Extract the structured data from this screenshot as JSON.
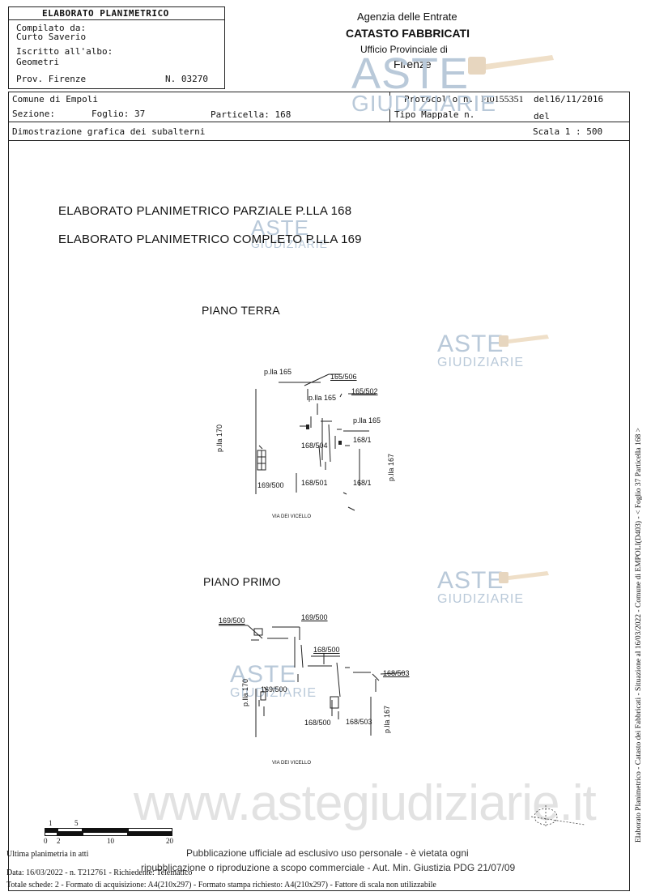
{
  "header": {
    "title": "ELABORATO PLANIMETRICO",
    "compilato_label": "Compilato da:",
    "compilato_name": "Curto Saverio",
    "iscritto_label": "Iscritto all'albo:",
    "iscritto_value": "Geometri",
    "prov": "Prov. Firenze",
    "numero": "N. 03270",
    "agency_line1": "Agenzia delle Entrate",
    "agency_line2": "CATASTO FABBRICATI",
    "agency_line3": "Ufficio Provinciale di",
    "agency_line4": "Firenze"
  },
  "info": {
    "comune": "Comune di Empoli",
    "sezione_label": "Sezione:",
    "foglio": "Foglio: 37",
    "particella": "Particella: 168",
    "protocollo_label": "Protocollo n.",
    "protocollo_value": "FI0155351",
    "protocollo_del": "del16/11/2016",
    "tipo_mappale": "Tipo Mappale n.",
    "tipo_del": "del",
    "dimostrazione": "Dimostrazione grafica dei subalterni",
    "scala": "Scala 1 : 500"
  },
  "drawing": {
    "title1": "ELABORATO PLANIMETRICO PARZIALE P.LLA 168",
    "title2": "ELABORATO PLANIMETRICO COMPLETO P.LLA 169",
    "piano_terra": "PIANO TERRA",
    "piano_primo": "PIANO PRIMO",
    "terra_labels": {
      "l1": "p.lla 165",
      "l2": "165/506",
      "l3": "p.lla 165",
      "l4": "165/502",
      "l5": "p.lla 165",
      "l6": "p.lla 170",
      "l7": "168/504",
      "l8": "168/1",
      "l9": "p.lla 167",
      "l10": "169/500",
      "l11": "168/501",
      "l12": "168/1",
      "street": "VIA DEI VICELLO"
    },
    "primo_labels": {
      "l1": "169/500",
      "l2": "169/500",
      "l3": "168/500",
      "l4": "168/503",
      "l5": "p.lla 170",
      "l6": "169/500",
      "l7": "p.lla 167",
      "l8": "168/500",
      "l9": "168/503",
      "street": "VIA DEI VICELLO"
    }
  },
  "watermarks": {
    "aste": "ASTE",
    "giudiziarie": "GIUDIZIARIE",
    "site": "www.astegiudiziarie.it"
  },
  "scale_bar": {
    "top_labels": [
      "1",
      "5"
    ],
    "bottom_labels": [
      "0",
      "2",
      "10",
      "20"
    ]
  },
  "footer": {
    "ultima": "Ultima planimetria in atti",
    "pubblicazione1": "Pubblicazione ufficiale ad esclusivo uso personale - è vietata ogni",
    "pubblicazione2": "ripubblicazione o riproduzione a scopo commerciale - Aut. Min. Giustizia PDG 21/07/09",
    "data": "Data: 16/03/2022 - n. T212761 - Richiedente: Telematico",
    "totale": "Totale schede: 2 - Formato di acquisizione: A4(210x297)  - Formato stampa richiesto: A4(210x297) - Fattore di scala non utilizzabile",
    "side": "Elaborato Planimetrico - Catasto dei Fabbricati - Situazione al 16/03/2022 - Comune di EMPOLI(D403) - < Foglio 37 Particella 168 >"
  }
}
